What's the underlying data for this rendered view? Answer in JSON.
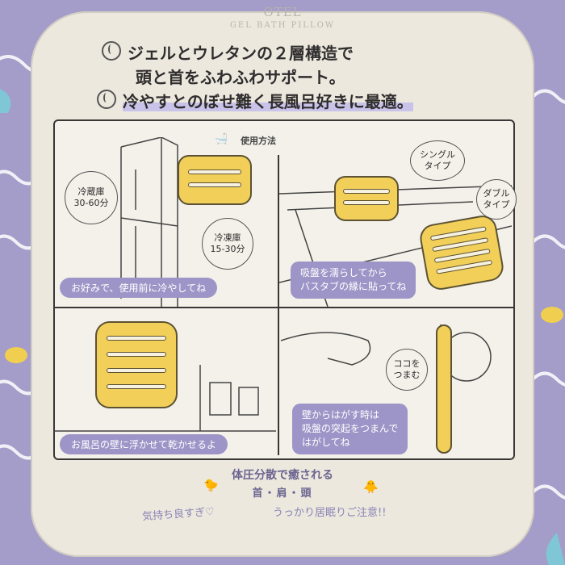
{
  "brand": {
    "name": "OTEL",
    "sub": "GEL BATH PILLOW"
  },
  "headline": {
    "line1": "ジェルとウレタンの２層構造で",
    "line2": "頭と首をふわふわサポート。",
    "line3": "冷やすとのぼせ難く長風呂好きに最適。"
  },
  "usage_title": "使用方法",
  "panel1": {
    "fridge_label": "冷蔵庫\n30-60分",
    "freezer_label": "冷凍庫\n15-30分",
    "caption": "お好みで、使用前に冷やしてね"
  },
  "panel2": {
    "single": "シングル\nタイプ",
    "double": "ダブル\nタイプ",
    "caption": "吸盤を濡らしてから\nバスタブの縁に貼ってね"
  },
  "panel3": {
    "caption": "お風呂の壁に浮かせて乾かせるよ"
  },
  "panel4": {
    "pinch": "ココを\nつまむ",
    "caption": "壁からはがす時は\n吸盤の突起をつまんで\nはがしてね"
  },
  "footer": {
    "line1": "体圧分散で癒される",
    "line2": "首・肩・頭",
    "line3": "気持ち良すぎ♡",
    "line4": "うっかり居眠りご注意!!"
  },
  "colors": {
    "accent": "#9d95c7",
    "pillow": "#f1cf58",
    "background": "#a49cc9"
  }
}
